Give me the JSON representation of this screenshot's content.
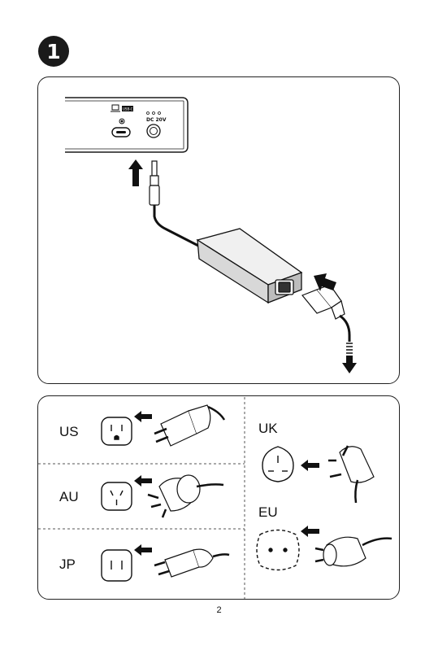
{
  "step": {
    "number": "1"
  },
  "device": {
    "port_label": "DC 20V",
    "icons": [
      "laptop-icon",
      "usb-c-icon",
      "settings-icon",
      "dc-polarity-icon"
    ]
  },
  "regions": [
    {
      "code": "US",
      "plug": "us-plug"
    },
    {
      "code": "AU",
      "plug": "au-plug"
    },
    {
      "code": "JP",
      "plug": "jp-plug"
    },
    {
      "code": "UK",
      "plug": "uk-plug"
    },
    {
      "code": "EU",
      "plug": "eu-plug"
    }
  ],
  "page": {
    "number": "2"
  }
}
